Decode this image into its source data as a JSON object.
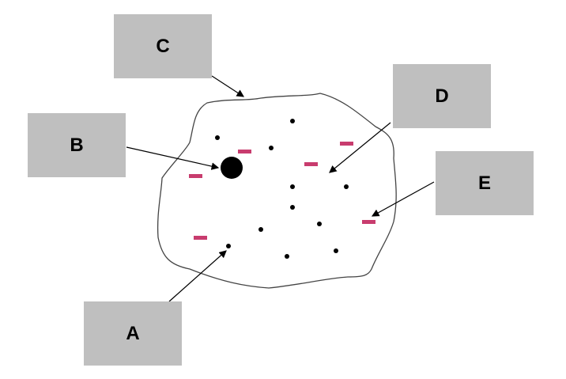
{
  "labels": {
    "a": "A",
    "b": "B",
    "c": "C",
    "d": "D",
    "e": "E"
  },
  "colors": {
    "box": "#bfbfbf",
    "dash": "#c83c6e",
    "ink": "#000000"
  }
}
